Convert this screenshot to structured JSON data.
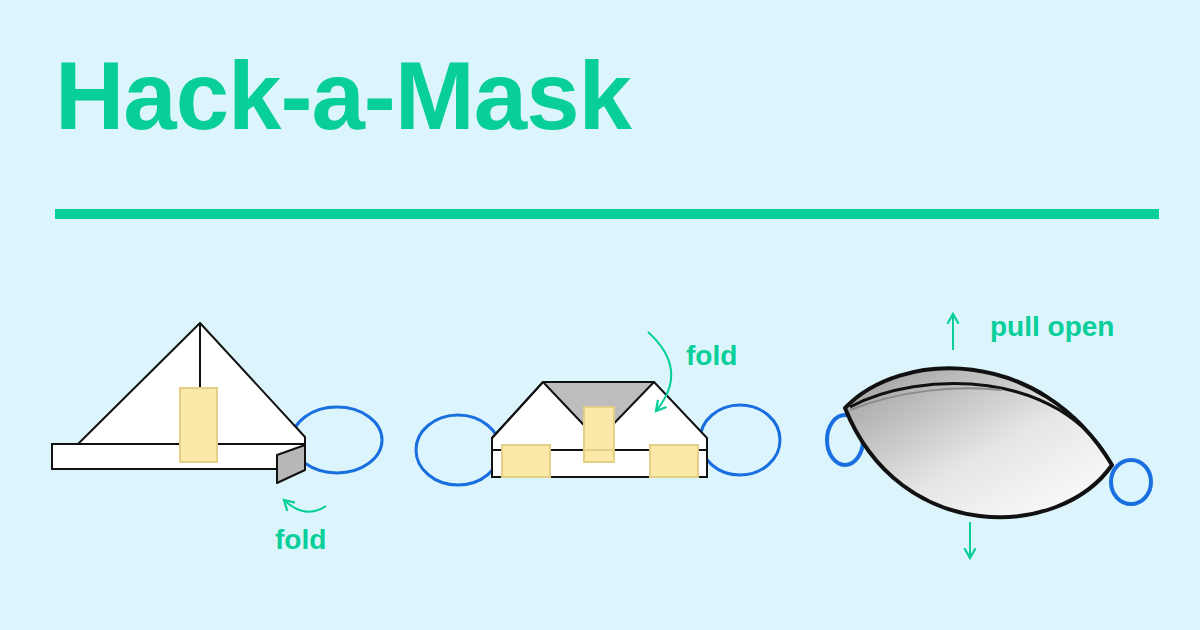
{
  "diagram": {
    "title": "Hack-a-Mask",
    "labels": [
      "fold",
      "fold",
      "pull open"
    ]
  }
}
